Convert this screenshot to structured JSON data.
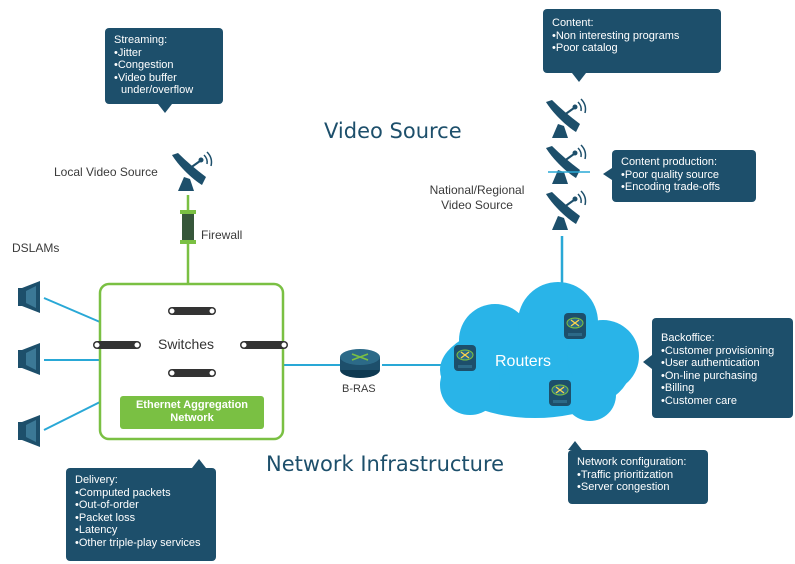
{
  "headings": {
    "video_source": "Video Source",
    "network_infrastructure": "Network Infrastructure"
  },
  "labels": {
    "local_video_source": "Local Video Source",
    "firewall": "Firewall",
    "dslams": "DSLAMs",
    "national_regional_line1": "National/Regional",
    "national_regional_line2": "Video Source",
    "switches": "Switches",
    "ethernet_aggregation_line1": "Ethernet Aggregation",
    "ethernet_aggregation_line2": "Network",
    "bras": "B-RAS",
    "routers": "Routers"
  },
  "callouts": {
    "streaming": {
      "title": "Streaming:",
      "items": [
        "Jitter",
        "Congestion",
        "Video buffer under/overflow"
      ]
    },
    "content": {
      "title": "Content:",
      "items": [
        "Non interesting programs",
        "Poor catalog"
      ]
    },
    "content_production": {
      "title": "Content production:",
      "items": [
        "Poor quality source",
        "Encoding trade-offs"
      ]
    },
    "backoffice": {
      "title": "Backoffice:",
      "items": [
        "Customer provisioning",
        "User authentication",
        "On-line purchasing",
        "Billing",
        "Customer care"
      ]
    },
    "network_configuration": {
      "title": "Network configuration:",
      "items": [
        "Traffic prioritization",
        "Server congestion"
      ]
    },
    "delivery": {
      "title": "Delivery:",
      "items": [
        "Computed packets",
        "Out-of-order",
        "Packet loss",
        "Latency",
        "Other triple-play services"
      ]
    }
  },
  "colors": {
    "callout": "#1d4f6b",
    "green": "#7ac043",
    "line_blue": "#29a8d6",
    "cloud": "#29b4e8",
    "icon_dark": "#1d4f6b"
  },
  "icons": [
    "satellite-dish-icon",
    "firewall-icon",
    "dslam-icon",
    "switch-icon",
    "router-icon"
  ]
}
